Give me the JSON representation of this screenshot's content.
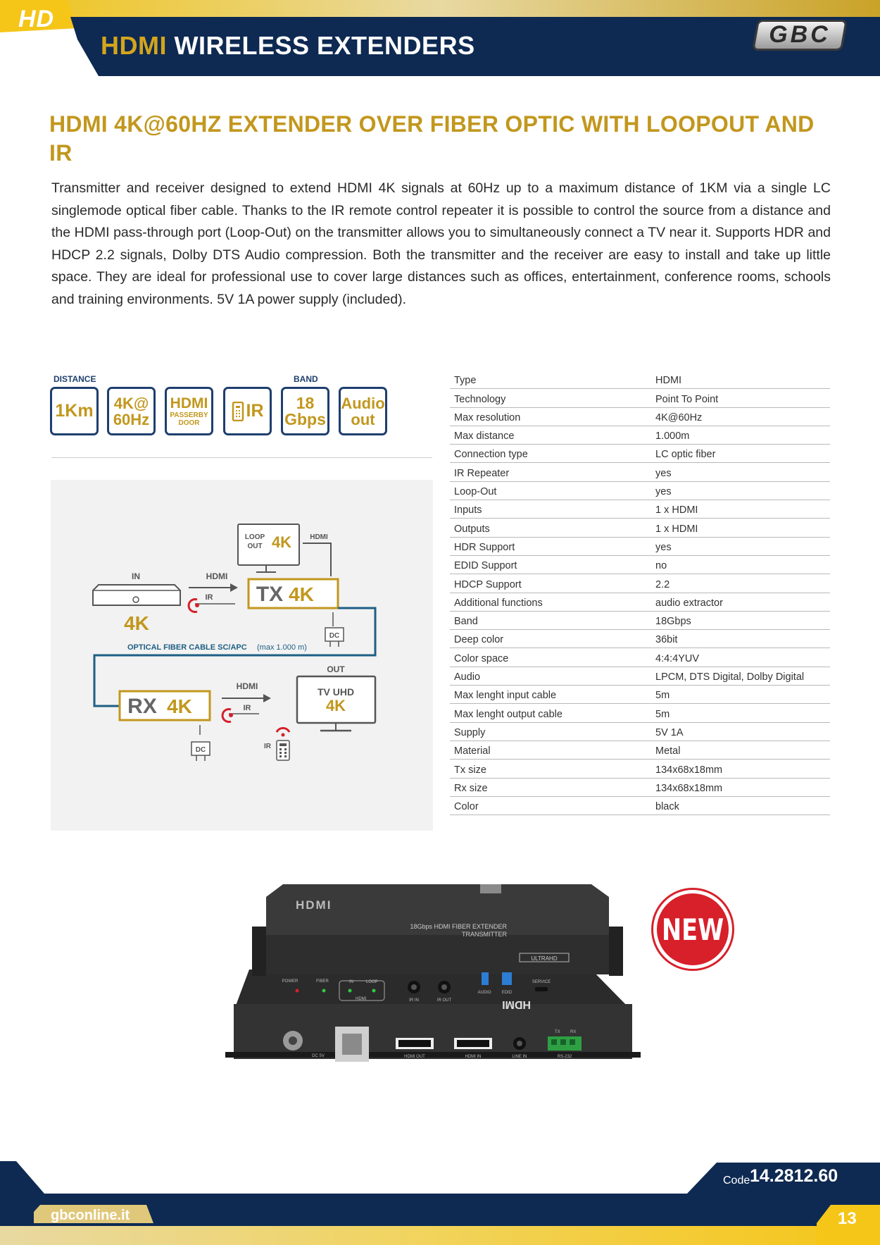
{
  "header": {
    "badge": "HD",
    "title_accent": "HDMI",
    "title_rest": "WIRELESS EXTENDERS",
    "logo": "GBC"
  },
  "product": {
    "title": "HDMI 4K@60HZ EXTENDER OVER FIBER OPTIC WITH LOOPOUT AND IR",
    "description": "Transmitter and receiver designed to extend HDMI 4K signals at 60Hz up to a maximum distance of 1KM via a single LC singlemode optical fiber cable. Thanks to the IR remote control repeater it is possible to control the source from a distance and the HDMI pass-through port (Loop-Out) on the transmitter allows you to simultaneously connect a TV near it. Supports HDR and HDCP 2.2 signals, Dolby DTS Audio compression. Both the transmitter and the receiver are easy to install and take up little space. They are ideal for professional use to cover large distances such as offices, entertainment, conference rooms, schools and training environments. 5V 1A power supply (included)."
  },
  "features": {
    "caption_distance": "DISTANCE",
    "caption_band": "BAND",
    "items": [
      {
        "main": "1Km",
        "sub": ""
      },
      {
        "main": "4K@",
        "sub2": "60Hz"
      },
      {
        "main": "HDMI",
        "sub": "PASSERBY",
        "sub_b": "DOOR"
      },
      {
        "main": "IR"
      },
      {
        "main": "18",
        "sub2": "Gbps"
      },
      {
        "main": "Audio",
        "sub2": "out"
      }
    ]
  },
  "diagram": {
    "loop_out_line1": "LOOP",
    "loop_out_line2": "OUT",
    "fourk": "4K",
    "hdmi": "HDMI",
    "in": "IN",
    "ir": "IR",
    "tx": "TX",
    "rx": "RX",
    "dc": "DC",
    "fiber_cable": "OPTICAL FIBER CABLE SC/APC",
    "fiber_max": "(max 1.000 m)",
    "out": "OUT",
    "tv_uhd": "TV UHD"
  },
  "specs": [
    {
      "label": "Type",
      "value": "HDMI"
    },
    {
      "label": "Technology",
      "value": "Point To Point"
    },
    {
      "label": "Max resolution",
      "value": "4K@60Hz"
    },
    {
      "label": "Max distance",
      "value": "1.000m"
    },
    {
      "label": "Connection type",
      "value": "LC optic fiber"
    },
    {
      "label": "IR Repeater",
      "value": "yes"
    },
    {
      "label": "Loop-Out",
      "value": "yes"
    },
    {
      "label": "Inputs",
      "value": "1 x HDMI"
    },
    {
      "label": "Outputs",
      "value": "1 x HDMI"
    },
    {
      "label": "HDR Support",
      "value": "yes"
    },
    {
      "label": "EDID Support",
      "value": "no"
    },
    {
      "label": "HDCP Support",
      "value": "2.2"
    },
    {
      "label": "Additional functions",
      "value": "audio extractor"
    },
    {
      "label": "Band",
      "value": "18Gbps"
    },
    {
      "label": "Deep color",
      "value": "36bit"
    },
    {
      "label": "Color space",
      "value": "4:4:4YUV"
    },
    {
      "label": "Audio",
      "value": "LPCM, DTS Digital, Dolby Digital"
    },
    {
      "label": "Max lenght input cable",
      "value": "5m"
    },
    {
      "label": "Max lenght output cable",
      "value": "5m"
    },
    {
      "label": "Supply",
      "value": "5V 1A"
    },
    {
      "label": "Material",
      "value": "Metal"
    },
    {
      "label": "Tx size",
      "value": "134x68x18mm"
    },
    {
      "label": "Rx size",
      "value": "134x68x18mm"
    },
    {
      "label": "Color",
      "value": "black"
    }
  ],
  "device": {
    "top_logo": "HDMI",
    "top_label_1": "18Gbps HDMI FIBER EXTENDER",
    "top_label_2": "TRANSMITTER",
    "ultrahd": "ULTRAHD",
    "front_labels": [
      "POWER",
      "FIBER",
      "IN",
      "LOOP",
      "HDMI",
      "IR IN",
      "IR OUT",
      "AUDIO",
      "EDID",
      "SERVICE"
    ],
    "rear_labels": [
      "DC 5V",
      "HDMI OUT",
      "HDMI IN",
      "LINE IN",
      "RS-232",
      "TX",
      "RX"
    ],
    "new_badge": "NEW"
  },
  "footer": {
    "code_label": "Code",
    "code_value": "14.2812.60",
    "site": "gbconline.it",
    "page": "13"
  },
  "colors": {
    "navy": "#0e2a52",
    "gold": "#c2971d",
    "gold_light": "#e9c55a",
    "diagram_blue": "#1e5f84",
    "red": "#d7202a"
  }
}
